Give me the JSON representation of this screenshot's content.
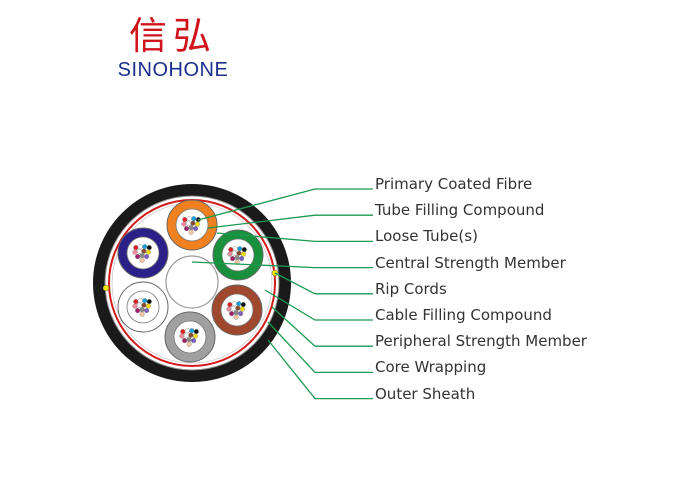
{
  "logo": {
    "chinese": "信弘",
    "english": "SINOHONE"
  },
  "labels": [
    "Primary Coated Fibre",
    "Tube Filling Compound",
    "Loose Tube(s)",
    "Central Strength Member",
    "Rip Cords",
    "Cable Filling Compound",
    "Peripheral Strength Member",
    "Core Wrapping",
    "Outer Sheath"
  ],
  "colors": {
    "leader": "#1a9a50",
    "sheath": "#1a1a1a",
    "wrap": "#d21c1c",
    "ripcord": "#f5e600",
    "tubes": [
      "#f08020",
      "#18903c",
      "#a0482e",
      "#a0a0a0",
      "#ffffff",
      "#2a2088"
    ],
    "fibres": [
      "#e02020",
      "#ffffff",
      "#18a0e0",
      "#111111",
      "#f08aa0",
      "#ffffff",
      "#8a4a30",
      "#f0e000",
      "#a0206a",
      "#888888",
      "#7a60c0",
      "#f4c8a0"
    ]
  }
}
